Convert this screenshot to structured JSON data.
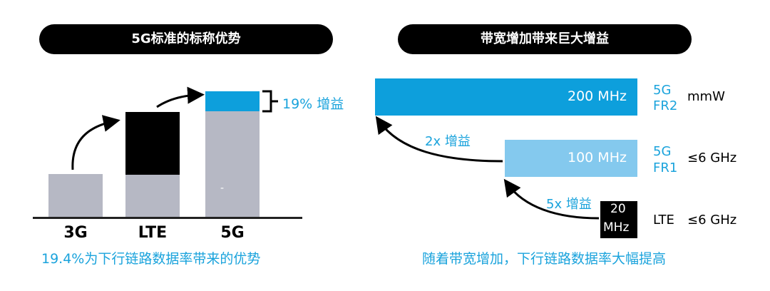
{
  "left_panel": {
    "title": "5G标准的标称优势",
    "gain_label": "19% 增益",
    "footnote": "19.4%为下行链路数据率带来的优势",
    "marker": "-",
    "categories": [
      "3G",
      "LTE",
      "5G"
    ]
  },
  "right_panel": {
    "title": "带宽增加带来巨大增益",
    "footnote": "随着带宽增加，下行链路数据率大幅提高",
    "rows": [
      {
        "bandwidth": "200 MHz",
        "tech_line1": "5G",
        "tech_line2": "FR2",
        "band": "mmW"
      },
      {
        "bandwidth": "100 MHz",
        "tech_line1": "5G",
        "tech_line2": "FR1",
        "band": "≤6 GHz"
      },
      {
        "bandwidth_line1": "20",
        "bandwidth_line2": "MHz",
        "tech": "LTE",
        "band": "≤6 GHz"
      }
    ],
    "gain_2x": "2x 增益",
    "gain_5x": "5x 增益"
  },
  "colors": {
    "grey": "#b6b8c4",
    "black": "#000000",
    "blue": "#0d9fdc",
    "light_blue": "#84c9ee",
    "cyan_text": "#1aa3dc"
  }
}
